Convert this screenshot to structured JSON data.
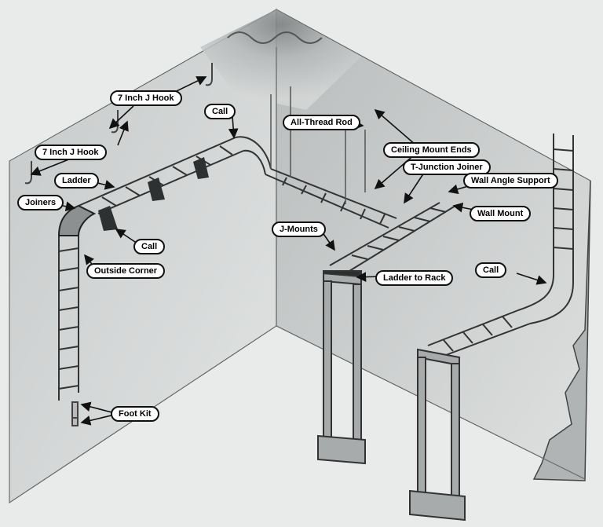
{
  "colors": {
    "background": "#e9ebeb",
    "wall_left": "#d7d9d9",
    "wall_right": "#cdd0d0",
    "ceiling_shadow": "#8e9292",
    "metal": "#6b6f70",
    "outline": "#111111",
    "callout_fill": "#ffffff"
  },
  "callouts": {
    "j_hook_upper": "7 Inch J Hook",
    "j_hook_lower": "7 Inch J Hook",
    "call_top": "Call",
    "all_thread_rod": "All-Thread Rod",
    "ceiling_mount_ends": "Ceiling Mount Ends",
    "t_junction_joiner": "T-Junction Joiner",
    "wall_angle_support": "Wall Angle Support",
    "wall_mount": "Wall Mount",
    "ladder": "Ladder",
    "joiners": "Joiners",
    "j_mounts": "J-Mounts",
    "call_left": "Call",
    "outside_corner": "Outside Corner",
    "ladder_to_rack": "Ladder to Rack",
    "call_right": "Call",
    "foot_kit": "Foot Kit"
  }
}
